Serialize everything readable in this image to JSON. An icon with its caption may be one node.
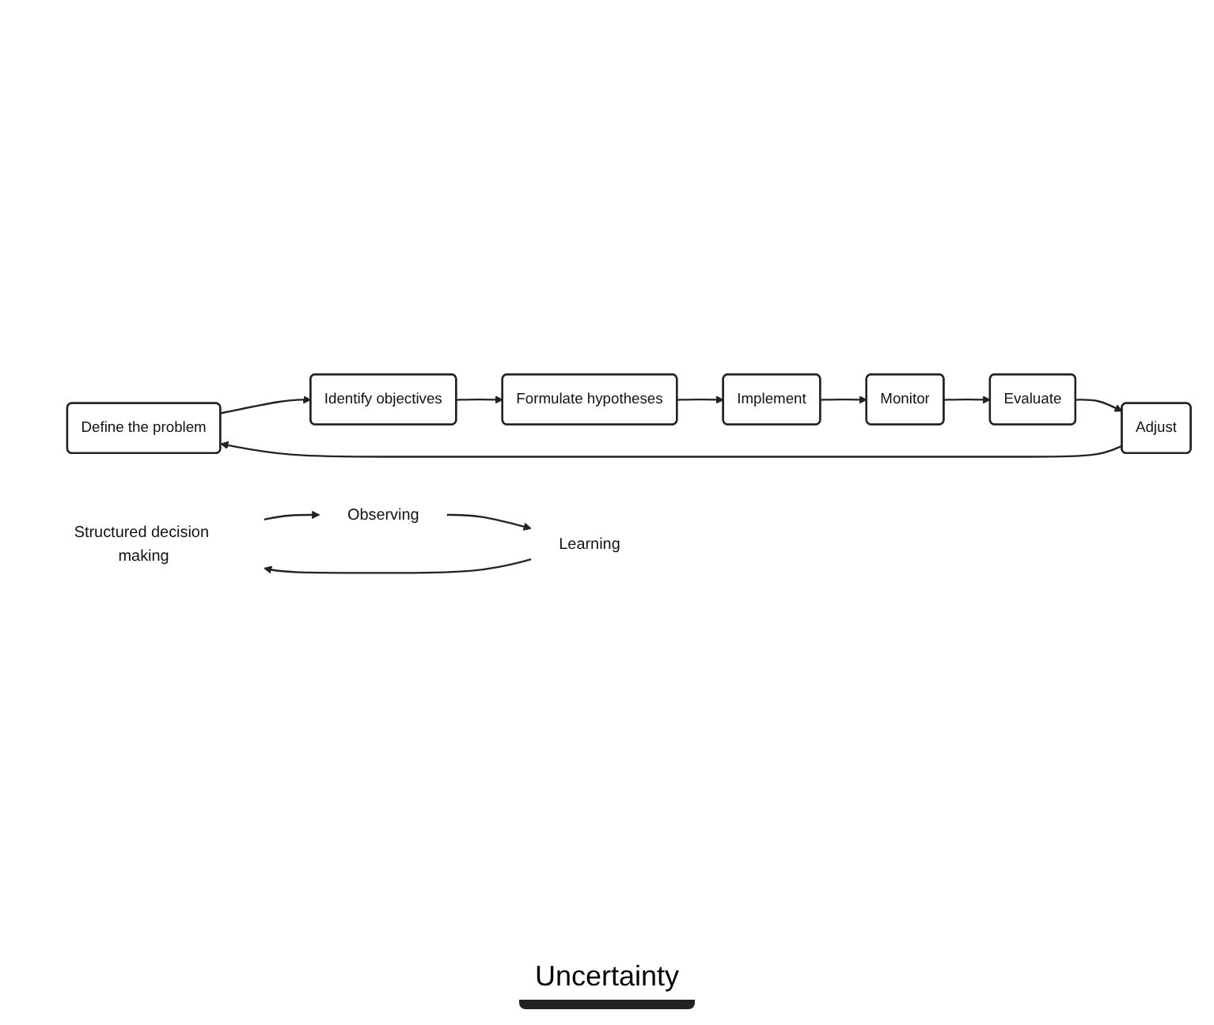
{
  "diagram": {
    "nodes": [
      {
        "text": [
          "Define the problem"
        ]
      },
      {
        "text": [
          "Identify objectives"
        ]
      },
      {
        "text": [
          "Formulate hypotheses"
        ]
      },
      {
        "text": [
          "Implement"
        ]
      },
      {
        "text": [
          "Monitor"
        ]
      },
      {
        "text": [
          "Evaluate"
        ]
      },
      {
        "text": [
          "Adjust"
        ]
      },
      {
        "text": [
          "Structured decision making"
        ]
      },
      {
        "text": [
          "Observing"
        ]
      },
      {
        "text": [
          "Learning"
        ]
      }
    ],
    "edges": [
      {
        "from": 0,
        "to": 1,
        "arrow": "to"
      },
      {
        "from": 1,
        "to": 2,
        "arrow": "to"
      },
      {
        "from": 2,
        "to": 3,
        "arrow": "to"
      },
      {
        "from": 3,
        "to": 4,
        "arrow": "to"
      },
      {
        "from": 4,
        "to": 5,
        "arrow": "to"
      },
      {
        "from": 5,
        "to": 6,
        "arrow": "to"
      },
      {
        "from": 6,
        "to": 0,
        "arrow": "to"
      },
      {
        "from": 7,
        "to": 8,
        "arrow": "to"
      },
      {
        "from": 8,
        "to": 9,
        "arrow": "to"
      },
      {
        "from": 9,
        "to": 7,
        "arrow": "to"
      }
    ],
    "labels": [
      "Uncertainty"
    ]
  }
}
